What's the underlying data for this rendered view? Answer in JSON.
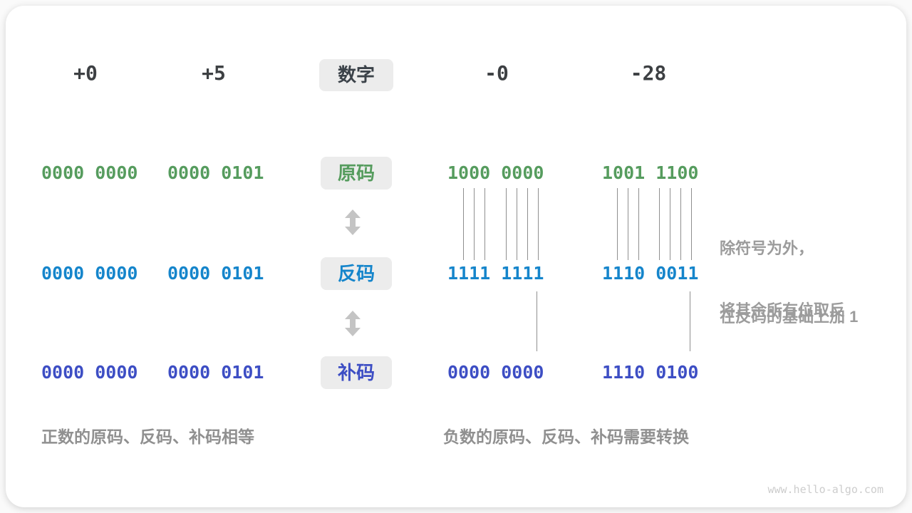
{
  "colors": {
    "sign_green": "#569c5e",
    "ones_blue": "#1585cb",
    "twos_indigo": "#3d4ec4",
    "header_dark": "#3d4043",
    "tag_bg": "#ececec",
    "annotation_gray": "#9c9c9c",
    "watermark_gray": "#cdcdcd"
  },
  "header": {
    "plus0": "+0",
    "plus5": "+5",
    "label": "数字",
    "minus0": "-0",
    "minus28": "-28"
  },
  "rows": {
    "sign": {
      "label": "原码",
      "plus0": "0000 0000",
      "plus5": "0000 0101",
      "minus0": "1000 0000",
      "minus28": "1001 1100"
    },
    "ones": {
      "label": "反码",
      "plus0": "0000 0000",
      "plus5": "0000 0101",
      "minus0": "1111 1111",
      "minus28": "1110 0011"
    },
    "twos": {
      "label": "补码",
      "plus0": "0000 0000",
      "plus5": "0000 0101",
      "minus0": "0000 0000",
      "minus28": "1110 0100"
    }
  },
  "annotations": {
    "invert_line1": "除符号为外，",
    "invert_line2": "将其余所有位取反",
    "add_one": "在反码的基础上加 1"
  },
  "captions": {
    "positive": "正数的原码、反码、补码相等",
    "negative": "负数的原码、反码、补码需要转换"
  },
  "watermark": "www.hello-algo.com"
}
